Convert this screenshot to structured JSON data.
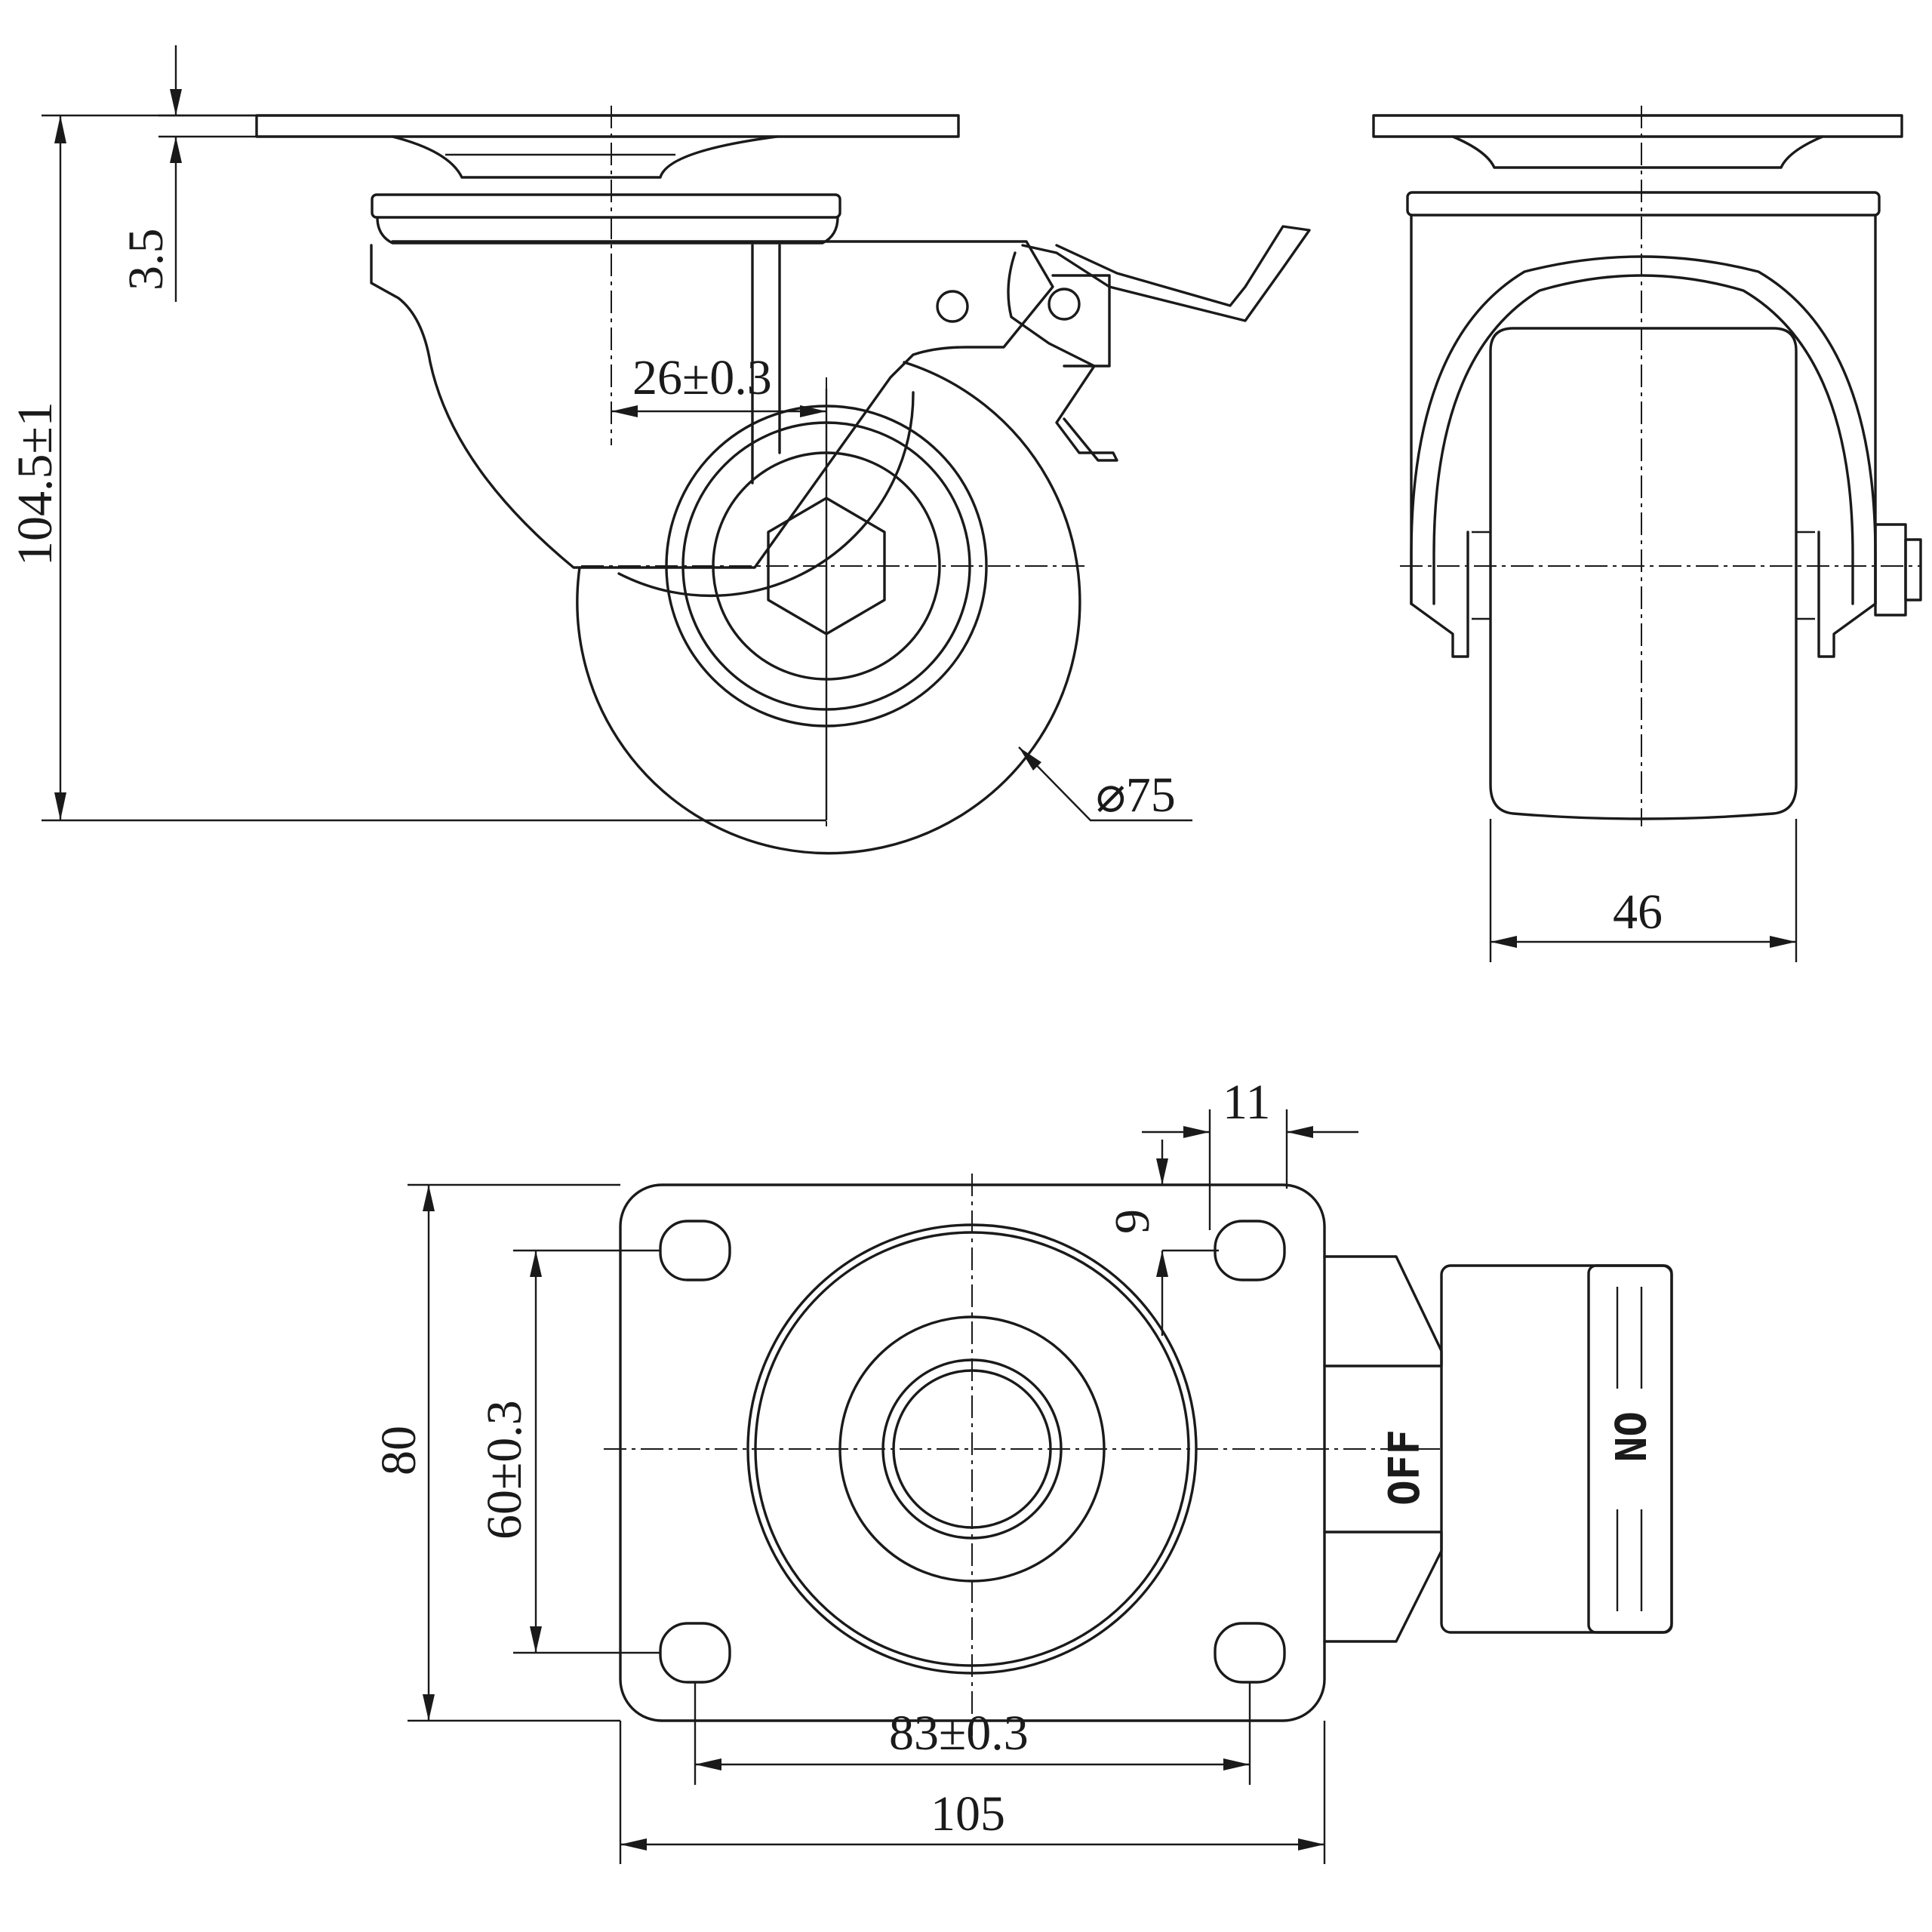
{
  "dimensions": {
    "plate_thickness": "3.5",
    "overall_height": "104.5±1",
    "offset": "26±0.3",
    "wheel_diameter": "⌀75",
    "wheel_width": "46",
    "hole_edge_x": "11",
    "hole_edge_y": "9",
    "plate_height": "80",
    "hole_spacing_y": "60±0.3",
    "hole_spacing_x": "83±0.3",
    "plate_width": "105"
  },
  "brake_labels": {
    "off": "OFF",
    "on": "ON"
  }
}
